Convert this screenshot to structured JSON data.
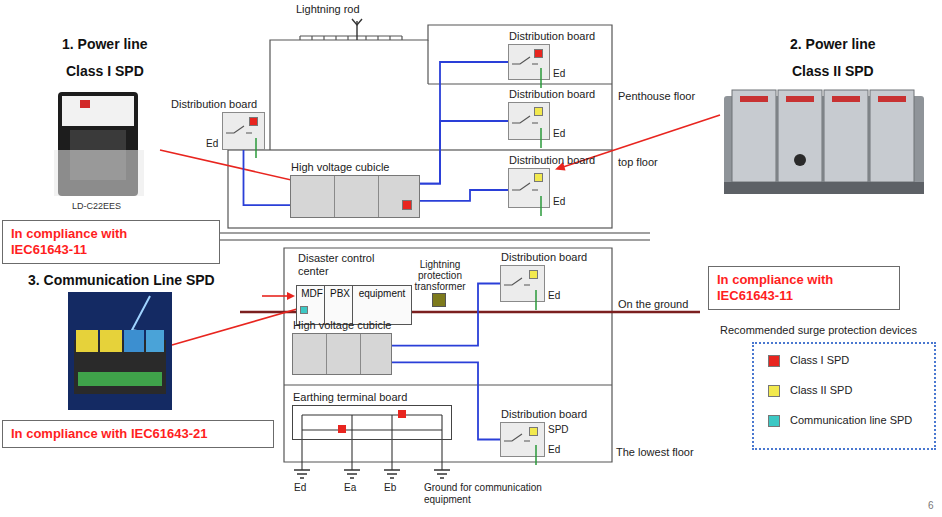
{
  "diagram": {
    "nodes": [
      {
        "text": [
          "In compliance with IEC61643-11"
        ]
      },
      {
        "text": [
          "In compliance with IEC61643-11"
        ]
      },
      {
        "text": [
          "In compliance with IEC61643-21"
        ]
      },
      {
        "text": [
          "Distribution board"
        ]
      },
      {
        "text": [
          "Distribution board"
        ]
      },
      {
        "text": [
          "Distribution board"
        ]
      },
      {
        "text": [
          "High voltage cubicle"
        ]
      },
      {
        "text": [
          "Distribution board"
        ]
      },
      {
        "text": [
          "MDF"
        ]
      },
      {
        "text": [
          "PBX"
        ]
      },
      {
        "text": [
          "equipment"
        ]
      },
      {
        "text": [
          "Lightning protection transformer"
        ]
      },
      {
        "text": [
          "Distribution board"
        ]
      },
      {
        "text": [
          "High voltage cubicle"
        ]
      },
      {
        "text": [
          "Earthing terminal board"
        ]
      },
      {
        "text": [
          "Distribution board"
        ]
      }
    ],
    "edges": [
      {
        "from": 6,
        "to": 3,
        "arrow": "none"
      },
      {
        "from": 6,
        "to": 4,
        "arrow": "none"
      },
      {
        "from": 6,
        "to": 5,
        "arrow": "none"
      },
      {
        "from": 6,
        "to": 7,
        "arrow": "none"
      },
      {
        "from": 13,
        "to": 12,
        "arrow": "none"
      },
      {
        "from": 13,
        "to": 15,
        "arrow": "none"
      }
    ],
    "labels": [
      "1. Power line",
      "Class I SPD",
      "LD-C22EES",
      "2. Power line",
      "Class II SPD",
      "3. Communication Line SPD",
      "Lightning rod",
      "Penthouse floor",
      "top floor",
      "On the ground",
      "The lowest floor",
      "Disaster control center",
      "Ed",
      "Ed",
      "Ed",
      "Ed",
      "Ed",
      "SPD",
      "Ed",
      "Ed",
      "Ea",
      "Eb",
      "Ground for communication equipment",
      "Recommended surge protection devices",
      "6"
    ],
    "legend": [
      {
        "text": "Class I SPD",
        "color": "#e8251f"
      },
      {
        "text": "Class II SPD",
        "color": "#f2e94e"
      },
      {
        "text": "Communication line SPD",
        "color": "#3cc8c4"
      }
    ]
  }
}
